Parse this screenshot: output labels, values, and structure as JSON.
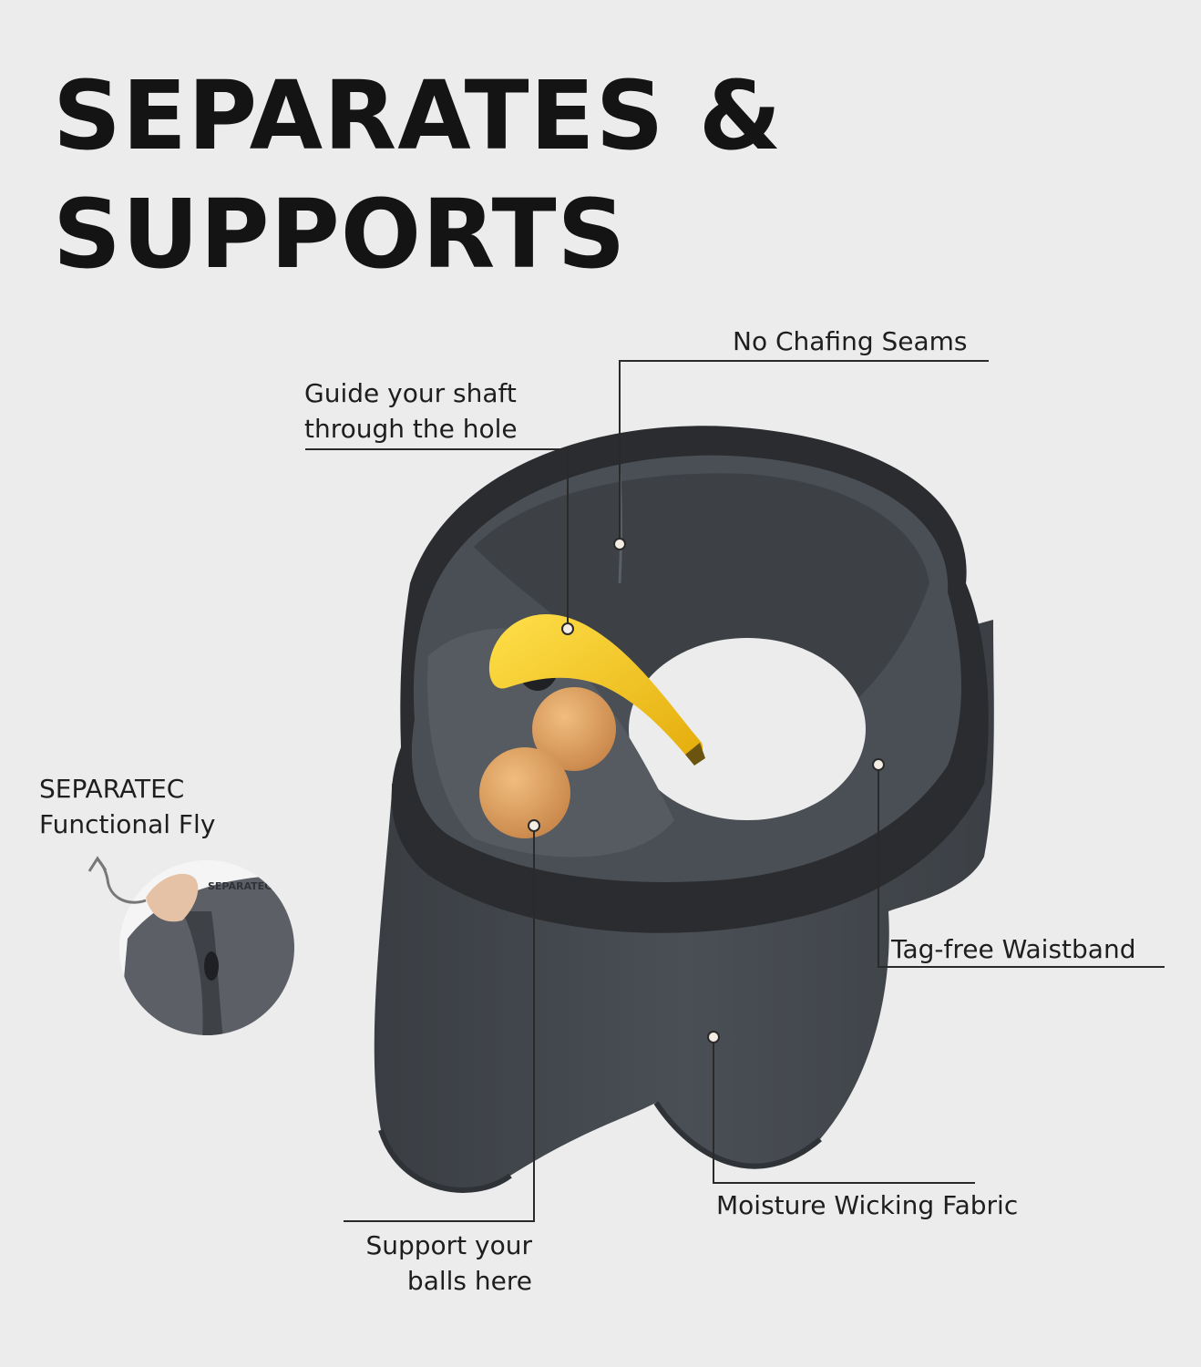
{
  "headline": {
    "line1": "SEPARATES &",
    "line2": "SUPPORTS"
  },
  "callouts": {
    "no_chafing": "No Chafing Seams",
    "guide_shaft": [
      "Guide your shaft",
      "through the hole"
    ],
    "functional_fly": [
      "SEPARATEC",
      "Functional Fly"
    ],
    "tag_free": "Tag-free Waistband",
    "moisture": "Moisture Wicking Fabric",
    "support_balls": [
      "Support your",
      "balls here"
    ]
  },
  "inset_brand_text": "SEPARATEC",
  "colors": {
    "background": "#ececec",
    "fabric_dark": "#3e4247",
    "fabric_mid": "#565b61",
    "waistband": "#2a2c2f",
    "banana": "#f2c41b",
    "balls": "#e0a15a"
  }
}
